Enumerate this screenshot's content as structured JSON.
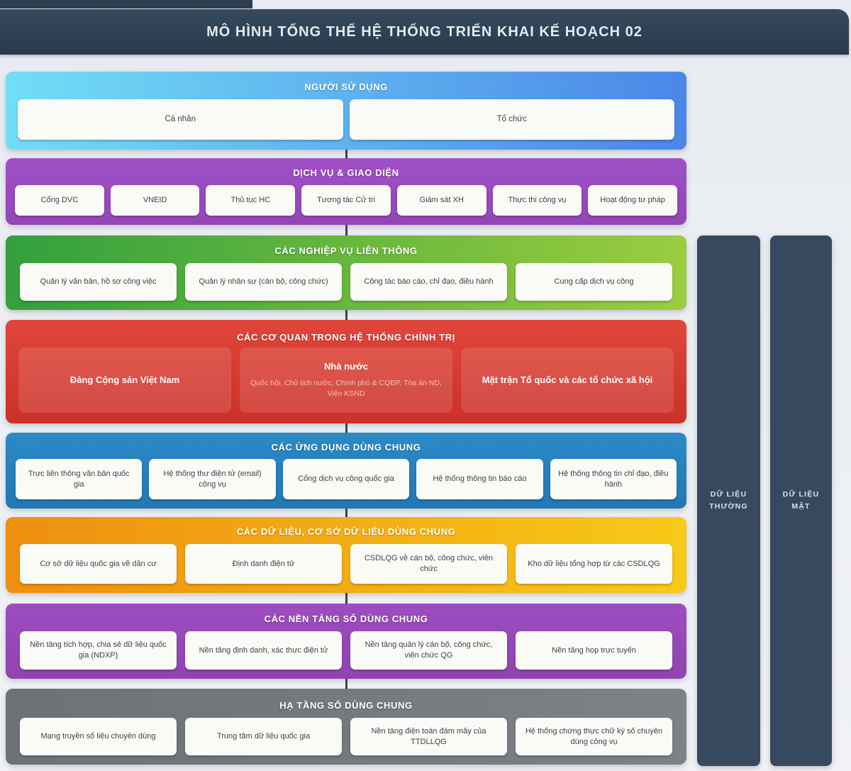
{
  "page_title": "MÔ HÌNH TỔNG THỂ HỆ THỐNG TRIỂN KHAI KẾ HOẠCH 02",
  "colors": {
    "header_bg": "#2e3f52",
    "page_bg": "#ecf0f4",
    "side_column_bg": "#36495f",
    "box_bg": "#fafaf7",
    "connector": "#3c4148"
  },
  "bands": [
    {
      "title": "NGƯỜI SỬ DỤNG",
      "bg": "linear-gradient(95deg,#72def5,#4b86e8)",
      "boxes": [
        {
          "label": "Cá nhân"
        },
        {
          "label": "Tổ chức"
        }
      ]
    },
    {
      "title": "DỊCH VỤ & GIAO DIỆN",
      "bg": "linear-gradient(#a050c6,#9446b8)",
      "boxes": [
        {
          "label": "Cổng DVC"
        },
        {
          "label": "VNEID"
        },
        {
          "label": "Thủ tục HC"
        },
        {
          "label": "Tương tác Cử tri"
        },
        {
          "label": "Giám sát XH"
        },
        {
          "label": "Thực thi công vụ"
        },
        {
          "label": "Hoạt động tư pháp"
        }
      ]
    },
    {
      "title": "CÁC NGHIỆP VỤ LIÊN THÔNG",
      "bg": "linear-gradient(95deg,#32a03d,#9ccd3f)",
      "boxes": [
        {
          "label": "Quản lý văn bản, hồ sơ công việc"
        },
        {
          "label": "Quản lý nhân sự (cán bộ, công chức)"
        },
        {
          "label": "Công tác báo cáo, chỉ đạo, điều hành"
        },
        {
          "label": "Cung cấp dịch vụ công"
        }
      ]
    },
    {
      "title": "CÁC CƠ QUAN TRONG HỆ THỐNG CHÍNH TRỊ",
      "bg": "linear-gradient(#e0463a,#cb3128)",
      "boxes": [
        {
          "label": "Đảng Cộng sản Việt Nam"
        },
        {
          "label": "Nhà nước",
          "sublabel": "Quốc hội, Chủ tịch nước, Chính phủ & CQĐP, Tòa án ND, Viện KSND"
        },
        {
          "label": "Mặt trận Tổ quốc và các tổ chức xã hội"
        }
      ]
    },
    {
      "title": "CÁC ỨNG DỤNG DÙNG CHUNG",
      "bg": "linear-gradient(#2b8ac7,#2278b3)",
      "boxes": [
        {
          "label": "Trực liên thông văn bản quốc gia"
        },
        {
          "label": "Hệ thống thư điện tử (email) công vụ"
        },
        {
          "label": "Cổng dịch vụ công quốc gia"
        },
        {
          "label": "Hệ thống thông tin báo cáo"
        },
        {
          "label": "Hệ thống thông tin chỉ đạo, điều hành"
        }
      ]
    },
    {
      "title": "CÁC DỮ LIỆU, CƠ SỞ DỮ LIỆU DÙNG CHUNG",
      "bg": "linear-gradient(95deg,#ee8f0f,#f8ca18)",
      "boxes": [
        {
          "label": "Cơ sở dữ liệu quốc gia về dân cư"
        },
        {
          "label": "Định danh điện tử"
        },
        {
          "label": "CSDLQG về cán bộ, công chức, viên chức"
        },
        {
          "label": "Kho dữ liệu tổng hợp từ các CSDLQG"
        }
      ]
    },
    {
      "title": "CÁC NỀN TẢNG SỐ DÙNG CHUNG",
      "bg": "linear-gradient(#9c4dc0,#9143b0)",
      "boxes": [
        {
          "label": "Nền tảng tích hợp, chia sẻ dữ liệu quốc gia (NDXP)"
        },
        {
          "label": "Nền tảng định danh, xác thực điện tử"
        },
        {
          "label": "Nền tảng quản lý cán bộ, công chức, viên chức QG"
        },
        {
          "label": "Nền tảng họp trực tuyến"
        }
      ]
    },
    {
      "title": "HẠ TẦNG SỐ DÙNG CHUNG",
      "bg": "linear-gradient(95deg,#6c7276,#7d8286)",
      "boxes": [
        {
          "label": "Mạng truyền số liệu chuyên dùng"
        },
        {
          "label": "Trung tâm dữ liệu quốc gia"
        },
        {
          "label": "Nền tảng điện toán đám mây của TTDLLQG"
        },
        {
          "label": "Hệ thống chứng thực chữ ký số chuyên dùng công vụ"
        }
      ]
    }
  ],
  "side_columns": [
    {
      "label": "DỮ LIỆU THƯỜNG"
    },
    {
      "label": "DỮ LIỆU MẬT"
    }
  ]
}
